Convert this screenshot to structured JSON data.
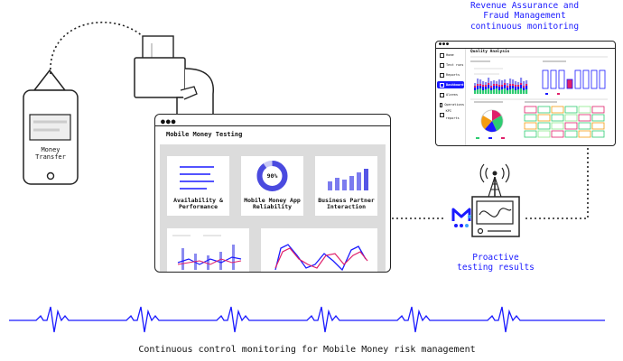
{
  "phone": {
    "label_line1": "Money",
    "label_line2": "Transfer"
  },
  "main_window": {
    "title": "Mobile Money Testing",
    "cards": [
      {
        "label_line1": "Availability &",
        "label_line2": "Performance"
      },
      {
        "label_line1": "Mobile Money App",
        "label_line2": "Reliability",
        "donut_value": "90%"
      },
      {
        "label_line1": "Business Partner",
        "label_line2": "Interaction"
      }
    ]
  },
  "dashboard": {
    "heading_line1": "Revenue Assurance and",
    "heading_line2": "Fraud Management",
    "heading_line3": "continuous monitoring",
    "title": "Quality Analysis",
    "sidebar_items": [
      "Home",
      "Test runs",
      "Reports",
      "Dashboard",
      "Alarms",
      "Operations",
      "KPI reports"
    ],
    "active_item_index": 3
  },
  "proactive": {
    "line1": "Proactive",
    "line2": "testing results"
  },
  "footer": {
    "caption": "Continuous control monitoring for Mobile Money risk management"
  },
  "colors": {
    "accent_blue": "#1a1aff",
    "dark": "#222222",
    "panel_gray": "#dcdcdc",
    "heartbeat": "#1a1aff"
  }
}
